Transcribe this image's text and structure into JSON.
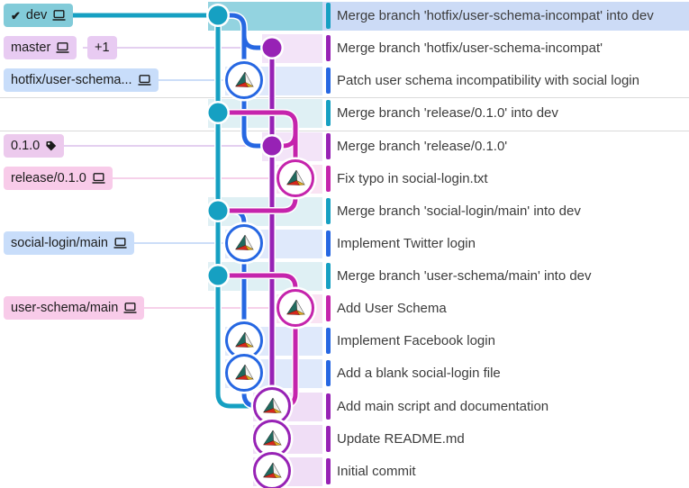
{
  "app": {
    "title": "Commit Graph"
  },
  "colors": {
    "lane": {
      "teal": "#16a0c2",
      "blue": "#2667e2",
      "purple": "#9722b5",
      "magenta": "#c524ac"
    },
    "tint": {
      "teal": "#dff0f4",
      "blue": "#dfe9fb",
      "purple": "#f0def6",
      "purple_dot": "#f3e4f8",
      "magenta": "#fae3f3"
    },
    "selected_graph_bg": "#93d3e0",
    "selected_msg_bg": "#ccdbf6",
    "hover_line": "#dadada",
    "msg_text": "#3c3c3c",
    "label_text": "#1b1b1b",
    "connector": {
      "teal": "#16a0c2",
      "blue": "#bcd4f6",
      "purple": "#dcc0ec",
      "magenta": "#f3c2e3"
    }
  },
  "branch_labels": [
    {
      "id": "dev",
      "label": "dev",
      "row": 0,
      "bg": "#82cbd9",
      "icon": "laptop",
      "checked_out": true
    },
    {
      "id": "master",
      "label": "master",
      "row": 1,
      "bg": "#e8cbf2",
      "icon": "laptop",
      "badge": "+1"
    },
    {
      "id": "hotfix-user-schema",
      "label": "hotfix/user-schema...",
      "row": 2,
      "bg": "#c8ddfa",
      "icon": "laptop"
    },
    {
      "id": "tag-0-1-0",
      "label": "0.1.0",
      "row": 4,
      "bg": "#eccaed",
      "icon": "tag"
    },
    {
      "id": "release-0-1-0",
      "label": "release/0.1.0",
      "row": 5,
      "bg": "#f8cbe9",
      "icon": "laptop"
    },
    {
      "id": "social-login-main",
      "label": "social-login/main",
      "row": 7,
      "bg": "#c8ddfa",
      "icon": "laptop"
    },
    {
      "id": "user-schema-main",
      "label": "user-schema/main",
      "row": 9,
      "bg": "#f8cbe9",
      "icon": "laptop"
    }
  ],
  "commits": [
    {
      "message": "Merge branch 'hotfix/user-schema-incompat' into dev",
      "lane": "teal",
      "node": "dot",
      "selected": true
    },
    {
      "message": "Merge branch 'hotfix/user-schema-incompat'",
      "lane": "purple",
      "node": "dot"
    },
    {
      "message": "Patch user schema incompatibility with social login",
      "lane": "blue",
      "node": "avatar"
    },
    {
      "message": "Merge branch 'release/0.1.0' into dev",
      "lane": "teal",
      "node": "dot",
      "hovered": true
    },
    {
      "message": "Merge branch 'release/0.1.0'",
      "lane": "purple",
      "node": "dot"
    },
    {
      "message": "Fix typo in social-login.txt",
      "lane": "magenta",
      "node": "avatar"
    },
    {
      "message": "Merge branch 'social-login/main' into dev",
      "lane": "teal",
      "node": "dot"
    },
    {
      "message": "Implement Twitter login",
      "lane": "blue",
      "node": "avatar"
    },
    {
      "message": "Merge branch 'user-schema/main' into dev",
      "lane": "teal",
      "node": "dot"
    },
    {
      "message": "Add User Schema",
      "lane": "magenta",
      "node": "avatar"
    },
    {
      "message": "Implement Facebook login",
      "lane": "blue",
      "node": "avatar"
    },
    {
      "message": "Add a blank social-login file",
      "lane": "blue",
      "node": "avatar"
    },
    {
      "message": "Add main script and documentation",
      "lane": "purple",
      "node": "avatar"
    },
    {
      "message": "Update README.md",
      "lane": "purple",
      "node": "avatar"
    },
    {
      "message": "Initial commit",
      "lane": "purple",
      "node": "avatar"
    }
  ]
}
